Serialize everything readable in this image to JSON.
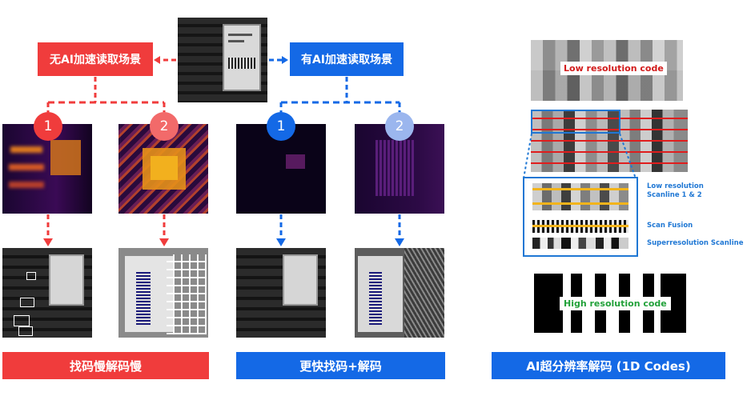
{
  "branches": {
    "left_label": "无AI加速读取场景",
    "right_label": "有AI加速读取场景"
  },
  "badges": {
    "l1": "1",
    "l2": "2",
    "r1": "1",
    "r2": "2"
  },
  "bottom": {
    "left": "找码慢解码慢",
    "middle": "更快找码+解码",
    "right": "AI超分辨率解码 (1D Codes)"
  },
  "superres": {
    "low_res_title": "Low resolution code",
    "scanline_label": "Low resolution Scanline 1 & 2",
    "fusion_label": "Scan Fusion",
    "superres_label": "Superresolution Scanline",
    "high_res_title": "High resolution code"
  },
  "colors": {
    "red": "#f03c3c",
    "blue": "#1469e6",
    "light_red": "#f26a6a",
    "light_blue": "#9bb6ee"
  }
}
